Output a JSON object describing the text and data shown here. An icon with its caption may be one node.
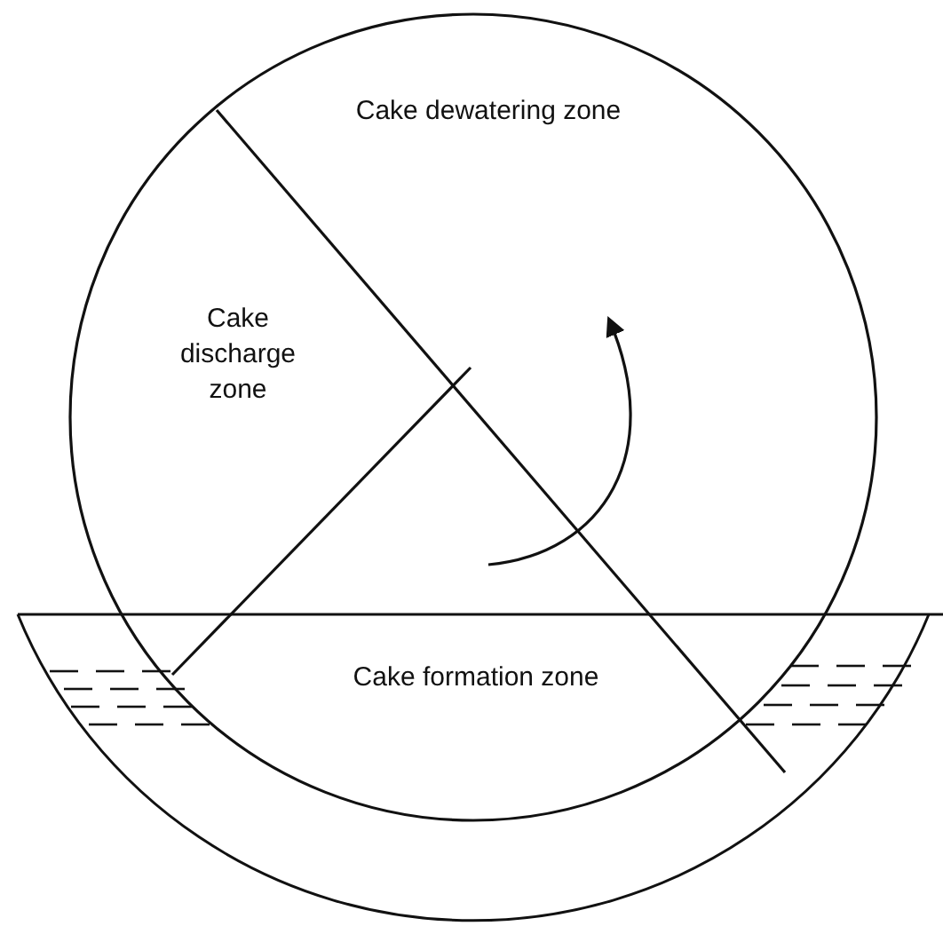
{
  "diagram": {
    "labels": [
      "Cake dewatering zone",
      "Cake discharge zone",
      "Cake formation zone"
    ]
  }
}
